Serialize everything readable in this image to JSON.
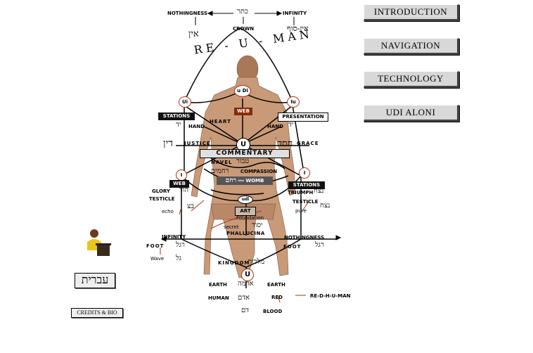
{
  "nav": {
    "introduction": "INTRODUCTION",
    "navigation": "NAVIGATION",
    "technology": "TECHNOLOGY",
    "udi_aloni": "UDI  ALONI"
  },
  "hebrew_button": "עברית",
  "credits_button": "CREDITS & BIO",
  "diagram": {
    "top": {
      "nothingness": "NOTHINGNESS",
      "infinity": "INFINITY",
      "crown": "CROWN",
      "title": "RE - U - MAN",
      "hebrew_crown": "כתר",
      "hebrew_left": "אין",
      "hebrew_right": "אין-סוף"
    },
    "circles": {
      "ui": "Ui",
      "udi": "u Di",
      "iu": "Iu",
      "u": "U",
      "i_left": "I",
      "i_right": "I",
      "udi_small": "udi",
      "u_bottom": "U"
    },
    "boxes": {
      "stations_top": "STATIONS",
      "web_top": "WEB",
      "presentation": "PRESENTATION",
      "commentary": "COMMENTARY",
      "web_left": "WEB",
      "stations_right": "STATIONS",
      "womb": "WOMB",
      "art": "ART"
    },
    "labels": {
      "heart": "HEART",
      "hand_left": "HAND",
      "hand_right": "HAND",
      "justice": "JUSTICE",
      "grace": "GRACE",
      "navel": "NAVEL",
      "compassion": "COMPASSION",
      "glory": "GLORY",
      "triumph": "TRIUMPH",
      "testicle_left": "TESTICLE",
      "testicle_right": "TESTICLE",
      "echo": "echo",
      "pure": "pure",
      "foundation": "Foundation",
      "secret": "secret",
      "phallucina": "PHALLUCINA",
      "infinity_low": "INFINITY",
      "nothingness_low": "NOTHINGNESS",
      "foot_left": "FOOT",
      "foot_right": "FOOT",
      "wave": "Wave",
      "kingdom": "KINGDOM",
      "earth_left": "EARTH",
      "earth_right": "EARTH",
      "human": "HUMAN",
      "red": "RED",
      "blood": "BLOOD",
      "redhuman": "RE-D-H-U-MAN"
    },
    "hebrew": {
      "hand_left": "יד",
      "hand_right": "יד",
      "justice": "דין",
      "grace": "חסד",
      "navel": "טבור",
      "compassion": "רחמים",
      "womb": "רחם",
      "glory": "הוד",
      "triumph": "נצח",
      "foundation": "יסוד",
      "kingdom": "מלכות",
      "earth": "אדמה",
      "human": "אדם",
      "blood": "דם",
      "foot_left": "רגל",
      "foot_right": "רגל",
      "wave": "גל",
      "testicle_left": "בצ",
      "testicle_right": "נצח"
    }
  },
  "colors": {
    "accent_red": "#b03010",
    "nav_bg": "#d8d8d8"
  }
}
